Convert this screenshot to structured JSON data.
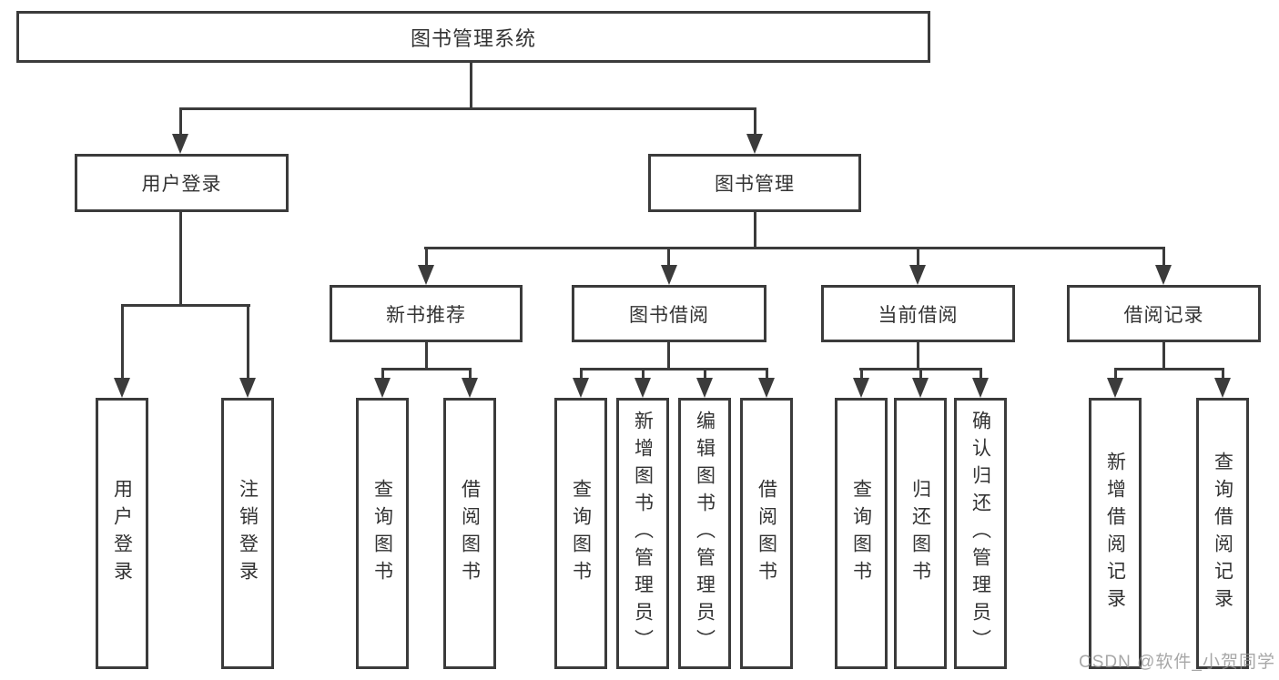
{
  "diagram": {
    "title": "图书管理系统",
    "colors": {
      "line": "#3b3b3b",
      "box_background": "#ffffff",
      "text": "#333333",
      "watermark": "#919191"
    },
    "tree": {
      "label": "图书管理系统",
      "children": [
        {
          "label": "用户登录",
          "children": [
            {
              "label": "用户登录"
            },
            {
              "label": "注销登录"
            }
          ]
        },
        {
          "label": "图书管理",
          "children": [
            {
              "label": "新书推荐",
              "children": [
                {
                  "label": "查询图书"
                },
                {
                  "label": "借阅图书"
                }
              ]
            },
            {
              "label": "图书借阅",
              "children": [
                {
                  "label": "查询图书"
                },
                {
                  "label": "新增图书（管理员）"
                },
                {
                  "label": "编辑图书（管理员）"
                },
                {
                  "label": "借阅图书"
                }
              ]
            },
            {
              "label": "当前借阅",
              "children": [
                {
                  "label": "查询图书"
                },
                {
                  "label": "归还图书"
                },
                {
                  "label": "确认归还（管理员）"
                }
              ]
            },
            {
              "label": "借阅记录",
              "children": [
                {
                  "label": "新增借阅记录"
                },
                {
                  "label": "查询借阅记录"
                }
              ]
            }
          ]
        }
      ]
    },
    "watermark": {
      "text": "CSDN @软件_小贺同学"
    }
  }
}
